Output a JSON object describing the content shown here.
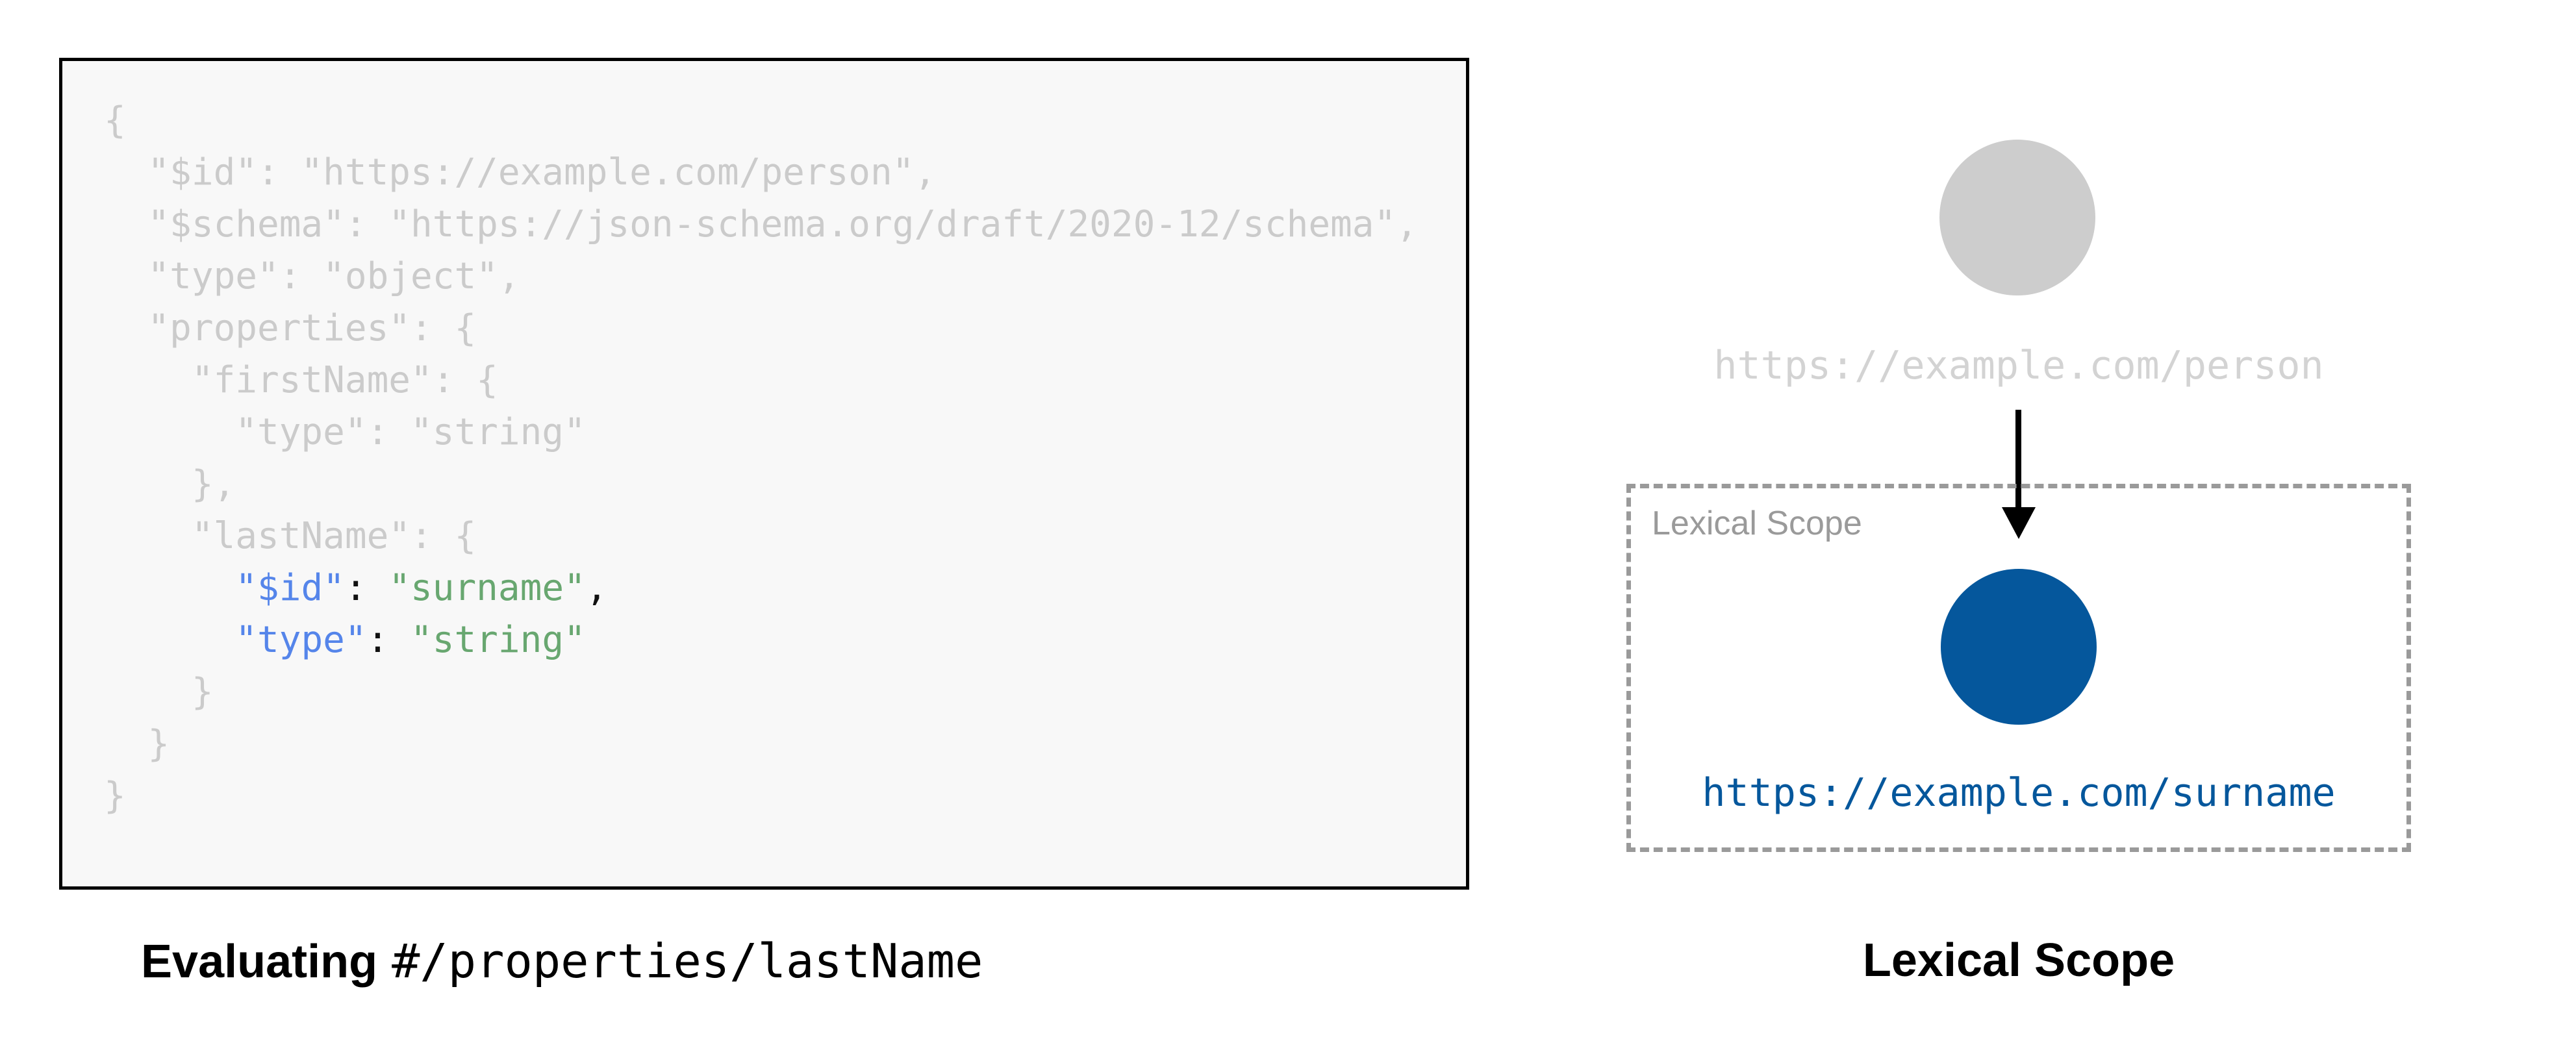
{
  "code_panel": {
    "caption": {
      "prefix": "Evaluating",
      "pointer": "#/properties/lastName"
    },
    "lines": [
      [
        {
          "t": "{",
          "c": "muted"
        }
      ],
      [
        {
          "t": "  \"$id\": \"https://example.com/person\",",
          "c": "muted"
        }
      ],
      [
        {
          "t": "  \"$schema\": \"https://json-schema.org/draft/2020-12/schema\",",
          "c": "muted"
        }
      ],
      [
        {
          "t": "  \"type\": \"object\",",
          "c": "muted"
        }
      ],
      [
        {
          "t": "  \"properties\": {",
          "c": "muted"
        }
      ],
      [
        {
          "t": "    \"firstName\": {",
          "c": "muted"
        }
      ],
      [
        {
          "t": "      \"type\": \"string\"",
          "c": "muted"
        }
      ],
      [
        {
          "t": "    },",
          "c": "muted"
        }
      ],
      [
        {
          "t": "    \"lastName\": {",
          "c": "muted"
        }
      ],
      [
        {
          "t": "      ",
          "c": "muted"
        },
        {
          "t": "\"$id\"",
          "c": "key"
        },
        {
          "t": ": ",
          "c": "punct"
        },
        {
          "t": "\"surname\"",
          "c": "str"
        },
        {
          "t": ",",
          "c": "punct"
        }
      ],
      [
        {
          "t": "      ",
          "c": "muted"
        },
        {
          "t": "\"type\"",
          "c": "key"
        },
        {
          "t": ": ",
          "c": "punct"
        },
        {
          "t": "\"string\"",
          "c": "str"
        }
      ],
      [
        {
          "t": "    }",
          "c": "muted"
        }
      ],
      [
        {
          "t": "  }",
          "c": "muted"
        }
      ],
      [
        {
          "t": "}",
          "c": "muted"
        }
      ]
    ]
  },
  "scope_panel": {
    "root_uri": "https://example.com/person",
    "box_label": "Lexical Scope",
    "scoped_uri": "https://example.com/surname",
    "caption": "Lexical Scope"
  },
  "colors": {
    "code_bg": "#f8f8f8",
    "code_muted": "#cbcbcb",
    "key_blue": "#5585ea",
    "string_green": "#68a770",
    "punctuation": "#111111",
    "root_circle_gray": "#cdcdcd",
    "root_uri_gray": "#d3d3d3",
    "scope_blue": "#05579c",
    "dash_gray": "#9a9a9a",
    "arrow_black": "#000000"
  }
}
